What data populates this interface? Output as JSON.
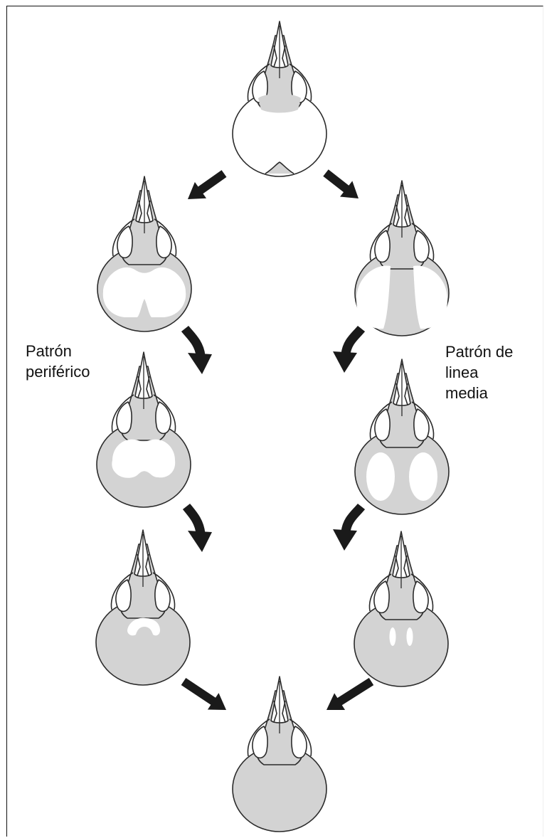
{
  "labels": {
    "left_pattern": "Patrón\nperiférico",
    "right_pattern": "Patrón de\nlinea\nmedia"
  },
  "colors": {
    "ossified": "#d3d3d3",
    "unossified": "#ffffff",
    "outline": "#2b2b2b",
    "arrow": "#1a1a1a"
  },
  "skulls": [
    {
      "name": "skull-initial",
      "pattern": "initial"
    },
    {
      "name": "skull-peripheral-stage-1",
      "pattern": "peripheral-1"
    },
    {
      "name": "skull-midline-stage-1",
      "pattern": "midline-1"
    },
    {
      "name": "skull-peripheral-stage-2",
      "pattern": "peripheral-2"
    },
    {
      "name": "skull-midline-stage-2",
      "pattern": "midline-2"
    },
    {
      "name": "skull-peripheral-stage-3",
      "pattern": "peripheral-3"
    },
    {
      "name": "skull-midline-stage-3",
      "pattern": "midline-3"
    },
    {
      "name": "skull-final",
      "pattern": "final"
    }
  ]
}
